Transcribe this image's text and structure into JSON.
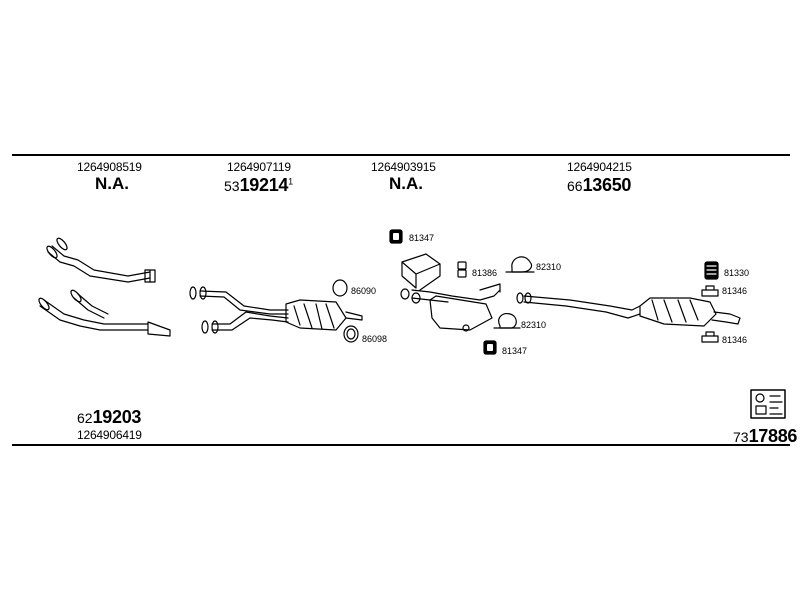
{
  "columns": [
    {
      "oe_number": "1264908519",
      "status": "N.A."
    },
    {
      "oe_number": "1264907119",
      "part_prefix": "53",
      "part_main": "19214",
      "part_suffix": "1"
    },
    {
      "oe_number": "1264903915",
      "status": "N.A."
    },
    {
      "oe_number": "1264904215",
      "part_prefix": "66",
      "part_main": "13650"
    }
  ],
  "bottom_left": {
    "part_prefix": "62",
    "part_main": "19203",
    "oe_number": "1264906419"
  },
  "bottom_right": {
    "part_prefix": "73",
    "part_main": "17886"
  },
  "hardware": {
    "gasket_top": "86090",
    "gasket_bottom": "86098",
    "hanger_top": "81347",
    "hanger_bottom": "81347",
    "rubber_ring": "81386",
    "clamp_top": "82310",
    "clamp_bottom": "82310",
    "mount_rear": "81330",
    "bracket_rear_top": "81346",
    "bracket_rear_bottom": "81346"
  },
  "icons": {
    "kit_icon": "mounting-kit-icon"
  }
}
